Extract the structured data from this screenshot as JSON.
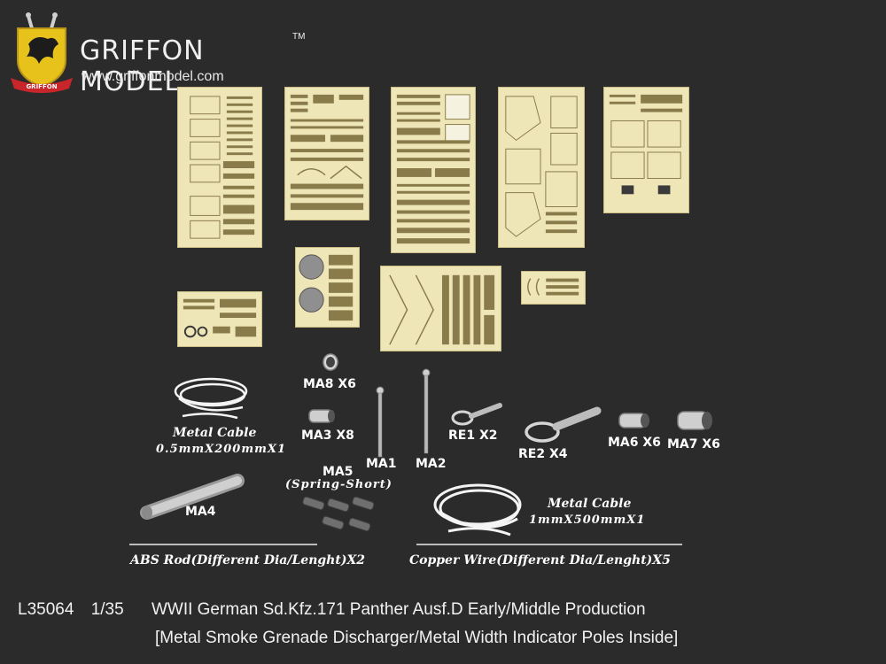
{
  "brand": {
    "name": "GRIFFON MODEL",
    "trademark": "TM",
    "url": "www.griffonmodel.com",
    "logo_banner": "GRIFFON",
    "colors": {
      "shield": "#e7c21a",
      "banner": "#c8262a"
    }
  },
  "parts": {
    "ma8": "MA8 X6",
    "ma3": "MA3 X8",
    "ma1": "MA1",
    "ma2": "MA2",
    "re1": "RE1 X2",
    "re2": "RE2 X4",
    "ma6": "MA6 X6",
    "ma7": "MA7 X6",
    "ma4": "MA4",
    "ma5": "MA5",
    "ma5_note": "(Spring-Short)",
    "cable_small_title": "Metal Cable",
    "cable_small_spec": "0.5mmX200mmX1",
    "cable_large_title": "Metal Cable",
    "cable_large_spec": "1mmX500mmX1",
    "abs_rod": "ABS Rod(Different Dia/Lenght)X2",
    "copper_wire": "Copper Wire(Different Dia/Lenght)X5"
  },
  "footer": {
    "code": "L35064",
    "scale": "1/35",
    "title": "WWII German Sd.Kfz.171 Panther Ausf.D Early/Middle Production",
    "subtitle": "[Metal Smoke Grenade Discharger/Metal Width Indicator Poles Inside]"
  },
  "colors": {
    "background": "#2b2b2b",
    "photo_etch": "#efe6b8",
    "text": "#ffffff"
  }
}
